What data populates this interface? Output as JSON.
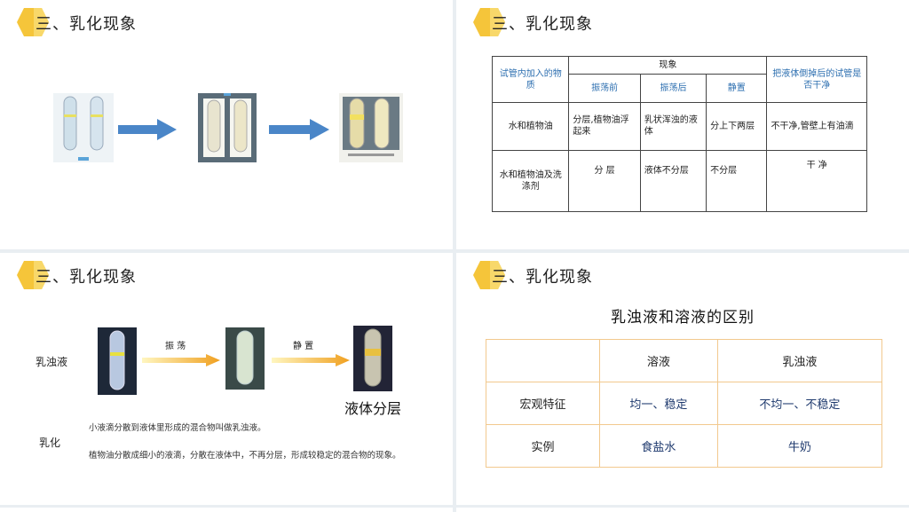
{
  "section_title": "三、乳化现象",
  "panel2": {
    "table": {
      "header_col1": "试管内加入的物质",
      "header_group": "现象",
      "header_shake_before": "振荡前",
      "header_shake_after": "振荡后",
      "header_still": "静置",
      "header_last": "把液体倒掉后的试管是否干净",
      "rows": [
        {
          "substance": "水和植物油",
          "before": "分层,植物油浮起来",
          "after": "乳状浑浊的液体",
          "still": "分上下两层",
          "clean": "不干净,管壁上有油滴"
        },
        {
          "substance": "水和植物油及洗涤剂",
          "before": "分 层",
          "after": "液体不分层",
          "still": "不分层",
          "clean": "干 净"
        }
      ]
    }
  },
  "panel3": {
    "label_emulsion": "乳浊液",
    "label_shake": "振 荡",
    "label_still": "静 置",
    "label_layered": "液体分层",
    "label_emulsify": "乳化",
    "def_emulsion": "小液滴分散到液体里形成的混合物叫做乳浊液。",
    "def_emulsify": "植物油分散成细小的液滴，分散在液体中，不再分层，形成较稳定的混合物的现象。"
  },
  "panel4": {
    "title": "乳浊液和溶液的区别",
    "col_solution": "溶液",
    "col_emulsion": "乳浊液",
    "rows": [
      {
        "label": "宏观特征",
        "solution": "均一、稳定",
        "emulsion": "不均一、不稳定"
      },
      {
        "label": "实例",
        "solution": "食盐水",
        "emulsion": "牛奶"
      }
    ]
  },
  "colors": {
    "hex_yellow": "#f5c53a",
    "arrow_blue": "#4a86c8",
    "arrow_gold": "#f0a020",
    "table_border": "#f2c98e",
    "blue_text": "#2d6fb0"
  }
}
